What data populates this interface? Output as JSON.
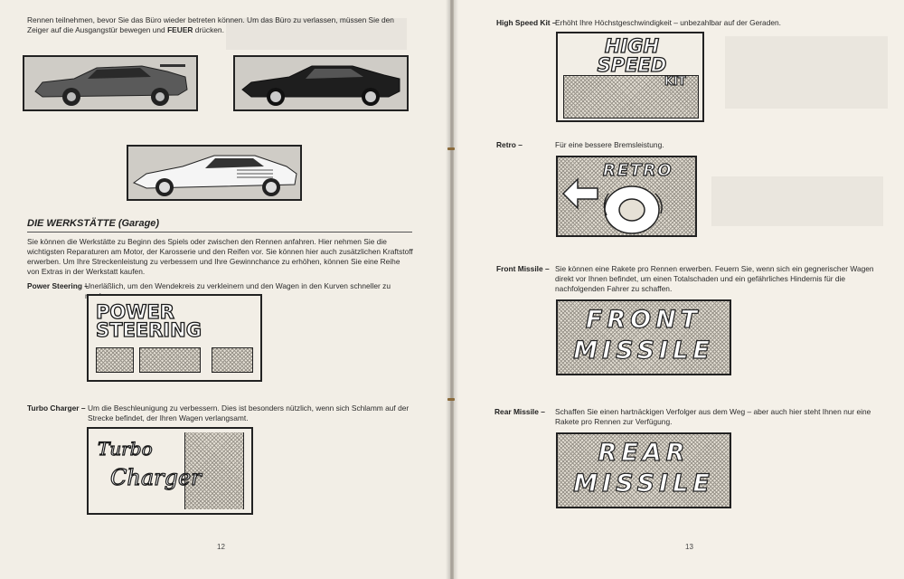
{
  "left_page": {
    "intro": "Rennen teilnehmen, bevor Sie das Büro wieder betreten können. Um das Büro zu verlassen, müssen Sie den Zeiger auf die Ausgangstür bewegen und ",
    "intro_bold": "FEUER",
    "intro_end": " drücken.",
    "heading": "DIE WERKSTÄTTE (Garage)",
    "body": "Sie können die Werkstätte zu Beginn des Spiels oder zwischen den Rennen anfahren. Hier nehmen Sie die wichtigsten Reparaturen am Motor, der Karosserie und den Reifen vor. Sie können hier auch zusätzlichen Kraftstoff erwerben. Um Ihre Streckenleistung zu verbessern und Ihre Gewinnchance zu erhöhen, können Sie eine Reihe von Extras in der Werkstatt kaufen.",
    "items": [
      {
        "label": "Power Steering –",
        "text": "Unerläßlich, um den Wendekreis zu verkleinern und den Wagen in den Kurven schneller zu machen.",
        "logo": [
          "POWER",
          "STEERING"
        ]
      },
      {
        "label": "Turbo Charger –",
        "text": "Um die Beschleunigung zu verbessern. Dies ist besonders nützlich, wenn sich Schlamm auf der Strecke befindet, der Ihren Wagen verlangsamt.",
        "logo": [
          "Turbo",
          "Charger"
        ]
      }
    ],
    "page_number": "12"
  },
  "right_page": {
    "items": [
      {
        "label": "High Speed Kit –",
        "text": "Erhöht Ihre Höchstgeschwindigkeit – unbezahlbar auf der Geraden.",
        "logo": [
          "HIGH",
          "SPEED",
          "KIT"
        ]
      },
      {
        "label": "Retro –",
        "text": "Für eine bessere Bremsleistung.",
        "logo": [
          "RETRO"
        ]
      },
      {
        "label": "Front Missile –",
        "text": "Sie können eine Rakete pro Rennen erwerben. Feuern Sie, wenn sich ein gegnerischer Wagen direkt vor Ihnen befindet, um einen Totalschaden und ein gefährliches Hindernis für die nachfolgenden Fahrer zu schaffen.",
        "logo": [
          "FRONT",
          "MISSILE"
        ]
      },
      {
        "label": "Rear Missile –",
        "text": "Schaffen Sie einen hartnäckigen Verfolger aus dem Weg – aber auch hier steht Ihnen nur eine Rakete pro Rennen zur Verfügung.",
        "logo": [
          "REAR",
          "MISSILE"
        ]
      }
    ],
    "page_number": "13"
  },
  "colors": {
    "paper": "#f2eee6",
    "ink": "#222222",
    "hatch": "#9a958c"
  }
}
